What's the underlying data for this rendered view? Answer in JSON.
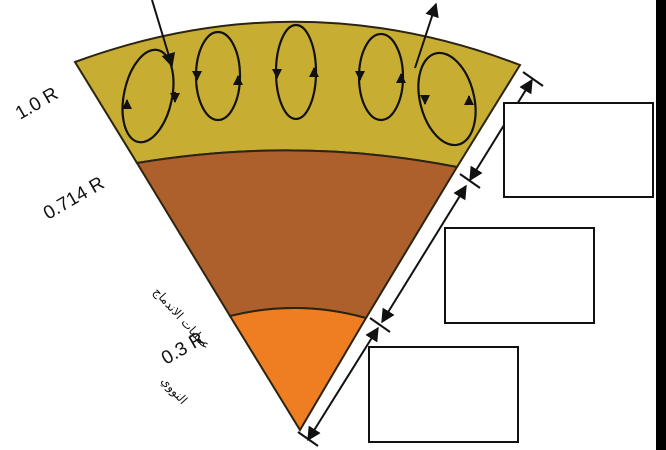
{
  "radius_labels": {
    "r_outer": "1.0 R",
    "r_middle": "0.714 R",
    "r_inner": "0.3 R"
  },
  "core_caption_line1": "عمليات الاندماج",
  "core_caption_line2": "النووي",
  "layers": [
    {
      "key": "convection",
      "color": "#c7ae33"
    },
    {
      "key": "radiation",
      "color": "#ad5f2c"
    },
    {
      "key": "core",
      "color": "#ef7d22"
    }
  ],
  "blank_label_boxes": 3
}
